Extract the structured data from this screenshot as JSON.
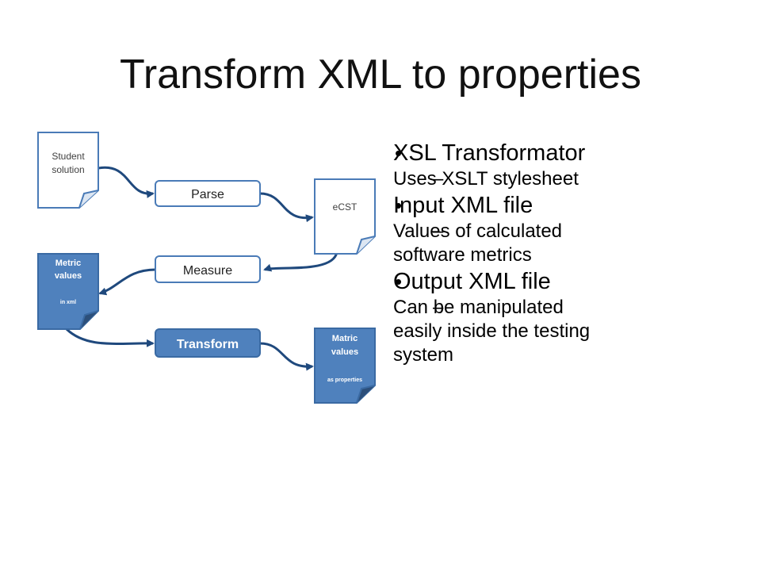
{
  "title": "Transform XML to properties",
  "diagram": {
    "student_solution": [
      "Student",
      "solution"
    ],
    "parse": "Parse",
    "ecst": "eCST",
    "measure": "Measure",
    "metric_values": [
      "Metric",
      "values"
    ],
    "metric_values_sub": "in xml",
    "transform": "Transform",
    "matric_values": [
      "Matric",
      "values"
    ],
    "matric_values_sub": "as properties"
  },
  "bullets": [
    {
      "text": "XSL Transformator",
      "sub": [
        "Uses XSLT stylesheet"
      ]
    },
    {
      "text": "Input XML file",
      "sub": [
        "Values of calculated",
        "software metrics"
      ]
    },
    {
      "text": "Output XML file",
      "sub": [
        "Can be manipulated",
        "easily inside the testing",
        "system"
      ]
    }
  ],
  "colors": {
    "stroke": "#4a7bb7",
    "fill_dark": "#4f81bd",
    "arrow": "#1f497d",
    "text_gray": "#404040"
  }
}
